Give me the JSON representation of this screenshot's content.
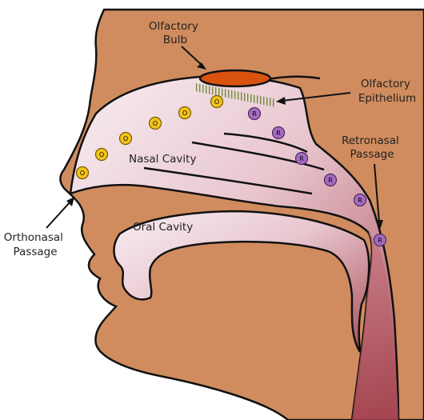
{
  "colors": {
    "background": "#ffffff",
    "skin": "#D08C5E",
    "outline": "#111111",
    "olfactory_bulb": "#D9530E",
    "epithelium_hairs": "#6E8B3D",
    "cavity_light": "#F6ECF0",
    "cavity_dark": "#A94E57",
    "orthonasal_molecule": "#F2C418",
    "retronasal_molecule": "#A66BC1"
  },
  "labels": {
    "olfactory_bulb": [
      "Olfactory",
      "Bulb"
    ],
    "olfactory_epithelium": [
      "Olfactory",
      "Epithelium"
    ],
    "retronasal_passage": [
      "Retronasal",
      "Passage"
    ],
    "nasal_cavity": "Nasal Cavity",
    "oral_cavity": "Oral Cavity",
    "orthonasal_passage": [
      "Orthonasal",
      "Passage"
    ]
  },
  "molecules": {
    "orthonasal_letter": "O",
    "retronasal_letter": "R"
  }
}
